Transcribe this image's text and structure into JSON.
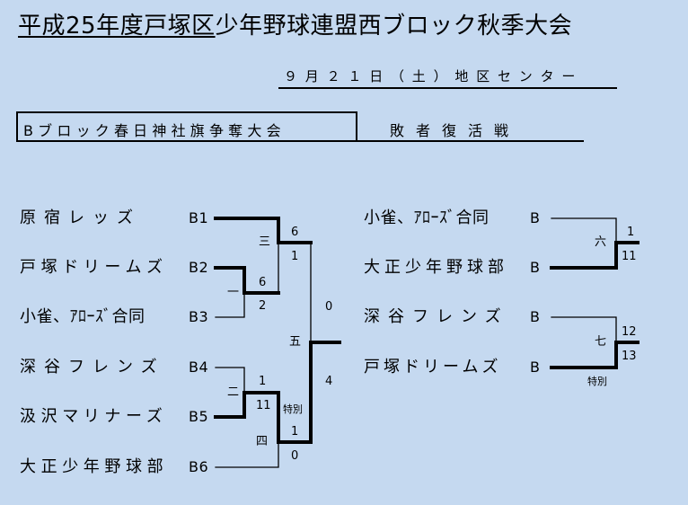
{
  "title": {
    "underlined": "平成25年度戸塚区",
    "rest": "少年野球連盟西ブロック秋季大会"
  },
  "date": "９月２１日（土）地区センター",
  "tournament": "Bブロック春日神社旗争奪大会",
  "repechage": "敗者復活戦",
  "left": {
    "teams": [
      {
        "name": "原宿レッズ",
        "seed": "B1"
      },
      {
        "name": "戸塚ドリームズ",
        "seed": "B2"
      },
      {
        "name": "小雀、ｱﾛｰｽﾞ合同",
        "seed": "B3"
      },
      {
        "name": "深谷フレンズ",
        "seed": "B4"
      },
      {
        "name": "汲沢マリナーズ",
        "seed": "B5"
      },
      {
        "name": "大正少年野球部",
        "seed": "B6"
      }
    ],
    "games": {
      "g1": {
        "label": "一",
        "top_score": "6",
        "bottom_score": "2"
      },
      "g2": {
        "label": "二",
        "top_score": "1",
        "bottom_score": "11"
      },
      "g3": {
        "label": "三",
        "top_score": "6",
        "bottom_score": "1"
      },
      "g4": {
        "label": "四",
        "top_score": "1",
        "bottom_score": "0",
        "note": "特別"
      },
      "g5": {
        "label": "五",
        "top_score": "0",
        "bottom_score": "4"
      }
    }
  },
  "right": {
    "teams": [
      {
        "name": "小雀、ｱﾛｰｽﾞ合同",
        "seed": "B"
      },
      {
        "name": "大正少年野球部",
        "seed": "B"
      },
      {
        "name": "深谷フレンズ",
        "seed": "B"
      },
      {
        "name": "戸塚ドリームズ",
        "seed": "B"
      }
    ],
    "games": {
      "g6": {
        "label": "六",
        "top_score": "1",
        "bottom_score": "11"
      },
      "g7": {
        "label": "七",
        "top_score": "12",
        "bottom_score": "13",
        "note": "特別"
      }
    }
  }
}
